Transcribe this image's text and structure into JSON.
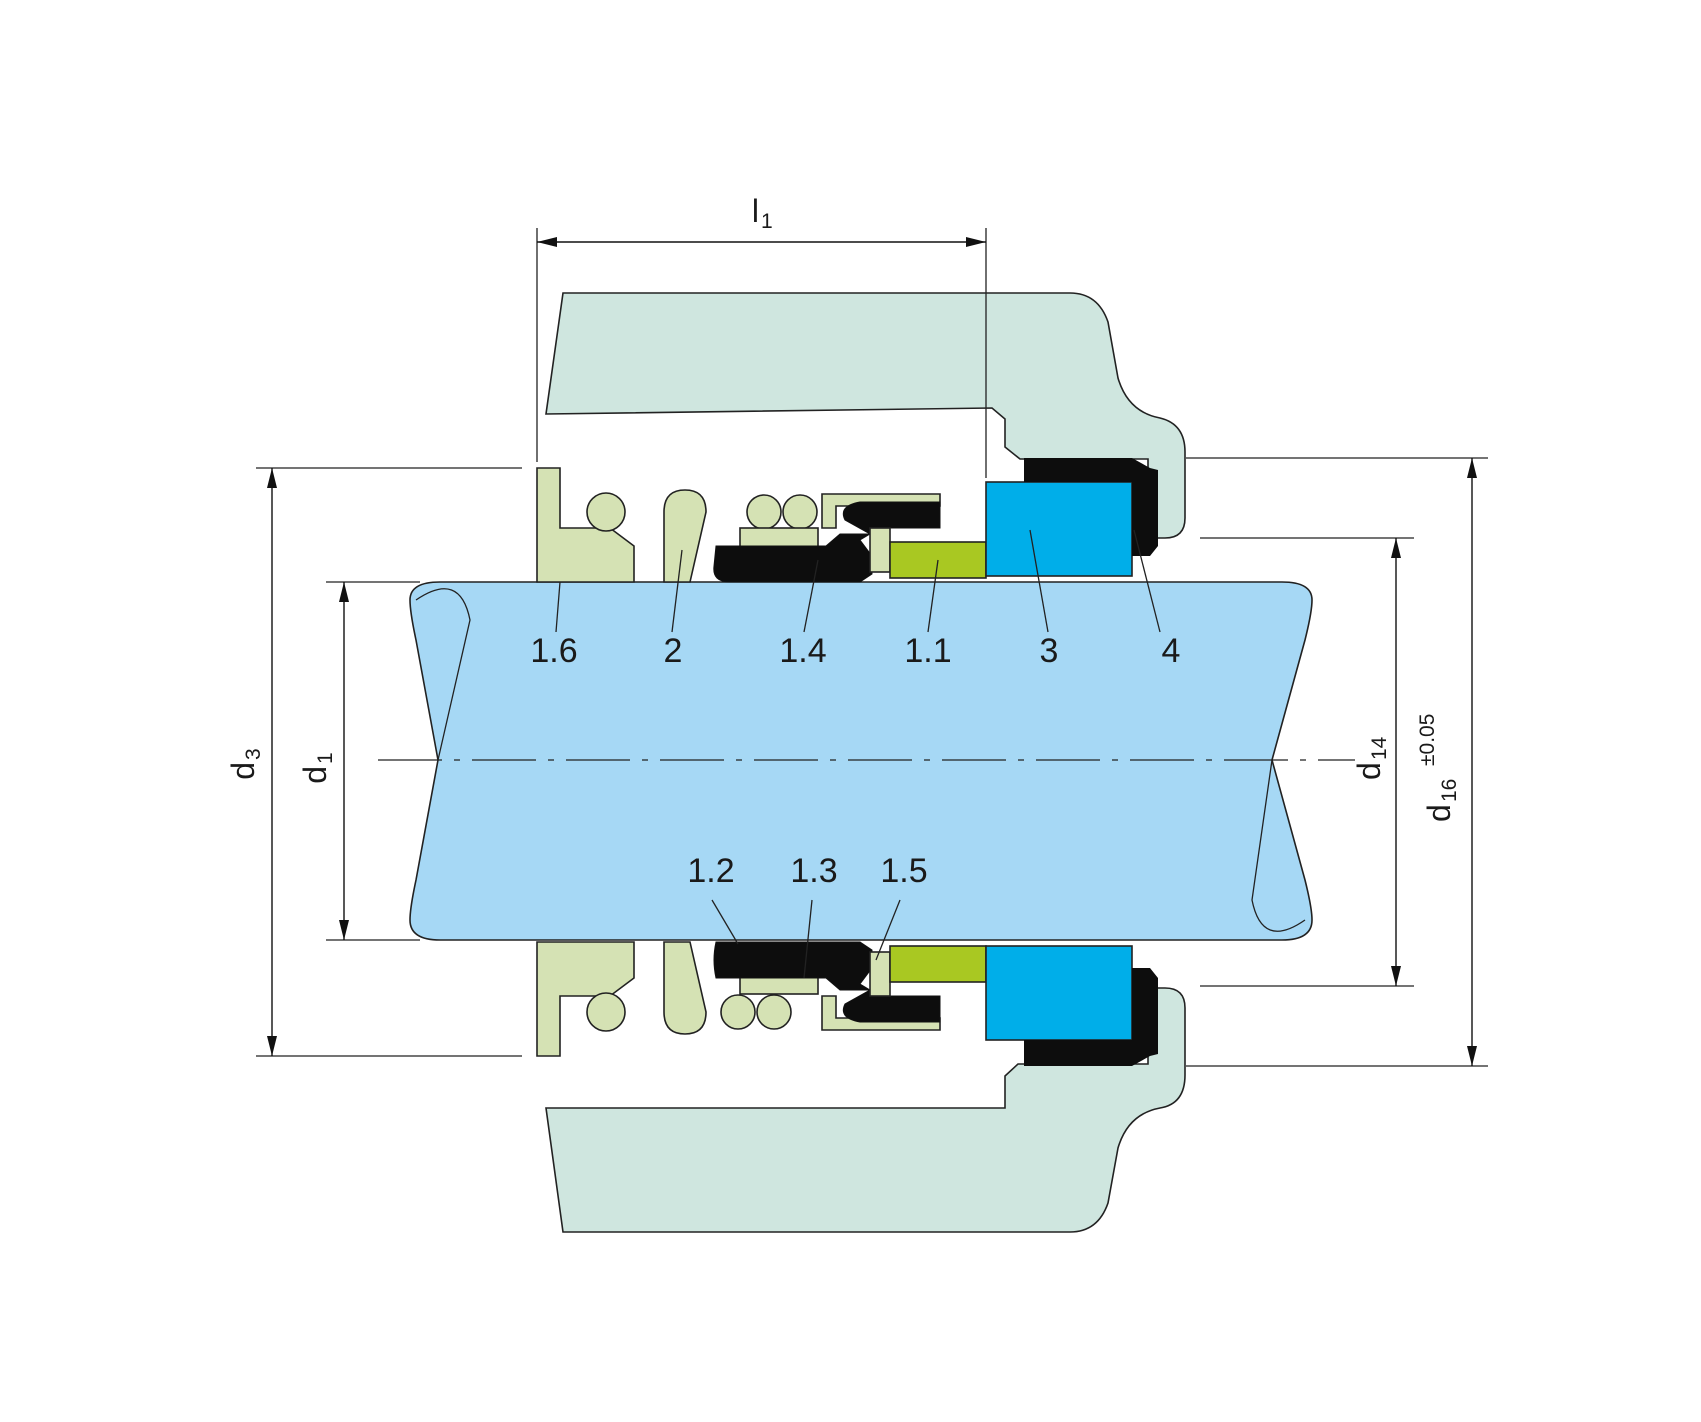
{
  "colors": {
    "housing": "#cfe6df",
    "shaft": "#a6d8f5",
    "spring_parts": "#d5e2b4",
    "elastomer": "#0d0d0d",
    "seat_face": "#00aee9",
    "seal_face": "#a9c822",
    "line": "#222222"
  },
  "callouts": {
    "c1_6": "1.6",
    "c2": "2",
    "c1_4": "1.4",
    "c1_1": "1.1",
    "c3": "3",
    "c4": "4",
    "c1_2": "1.2",
    "c1_3": "1.3",
    "c1_5": "1.5"
  },
  "dimensions": {
    "l1": {
      "main": "l",
      "sub": "1"
    },
    "d3": {
      "main": "d",
      "sub": "3"
    },
    "d1": {
      "main": "d",
      "sub": "1"
    },
    "d14": {
      "main": "d",
      "sub": "14"
    },
    "d16": {
      "main": "d",
      "sub": "16",
      "tolerance": "±0.05"
    }
  }
}
